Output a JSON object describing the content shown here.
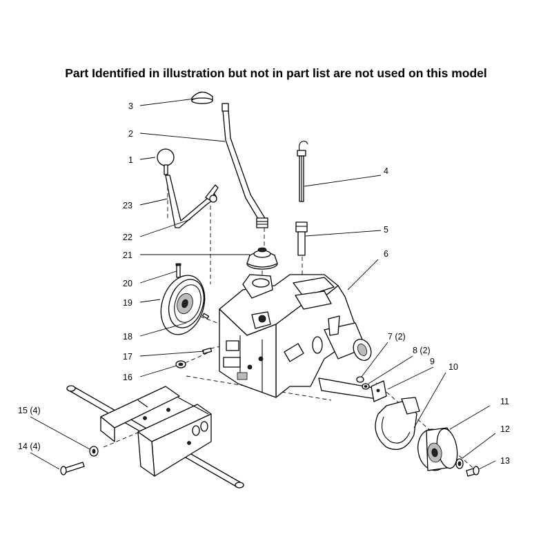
{
  "header": {
    "note": "Part Identified in illustration but not in part list are not used on this model"
  },
  "callouts": [
    {
      "id": "1",
      "text": "1"
    },
    {
      "id": "2",
      "text": "2"
    },
    {
      "id": "3",
      "text": "3"
    },
    {
      "id": "4",
      "text": "4"
    },
    {
      "id": "5",
      "text": "5"
    },
    {
      "id": "6",
      "text": "6"
    },
    {
      "id": "7",
      "text": "7 (2)"
    },
    {
      "id": "8",
      "text": "8 (2)"
    },
    {
      "id": "9",
      "text": "9"
    },
    {
      "id": "10",
      "text": "10"
    },
    {
      "id": "11",
      "text": "11"
    },
    {
      "id": "12",
      "text": "12"
    },
    {
      "id": "13",
      "text": "13"
    },
    {
      "id": "14",
      "text": "14 (4)"
    },
    {
      "id": "15",
      "text": "15 (4)"
    },
    {
      "id": "16",
      "text": "16"
    },
    {
      "id": "17",
      "text": "17"
    },
    {
      "id": "18",
      "text": "18"
    },
    {
      "id": "19",
      "text": "19"
    },
    {
      "id": "20",
      "text": "20"
    },
    {
      "id": "21",
      "text": "21"
    },
    {
      "id": "22",
      "text": "22"
    },
    {
      "id": "23",
      "text": "23"
    }
  ]
}
